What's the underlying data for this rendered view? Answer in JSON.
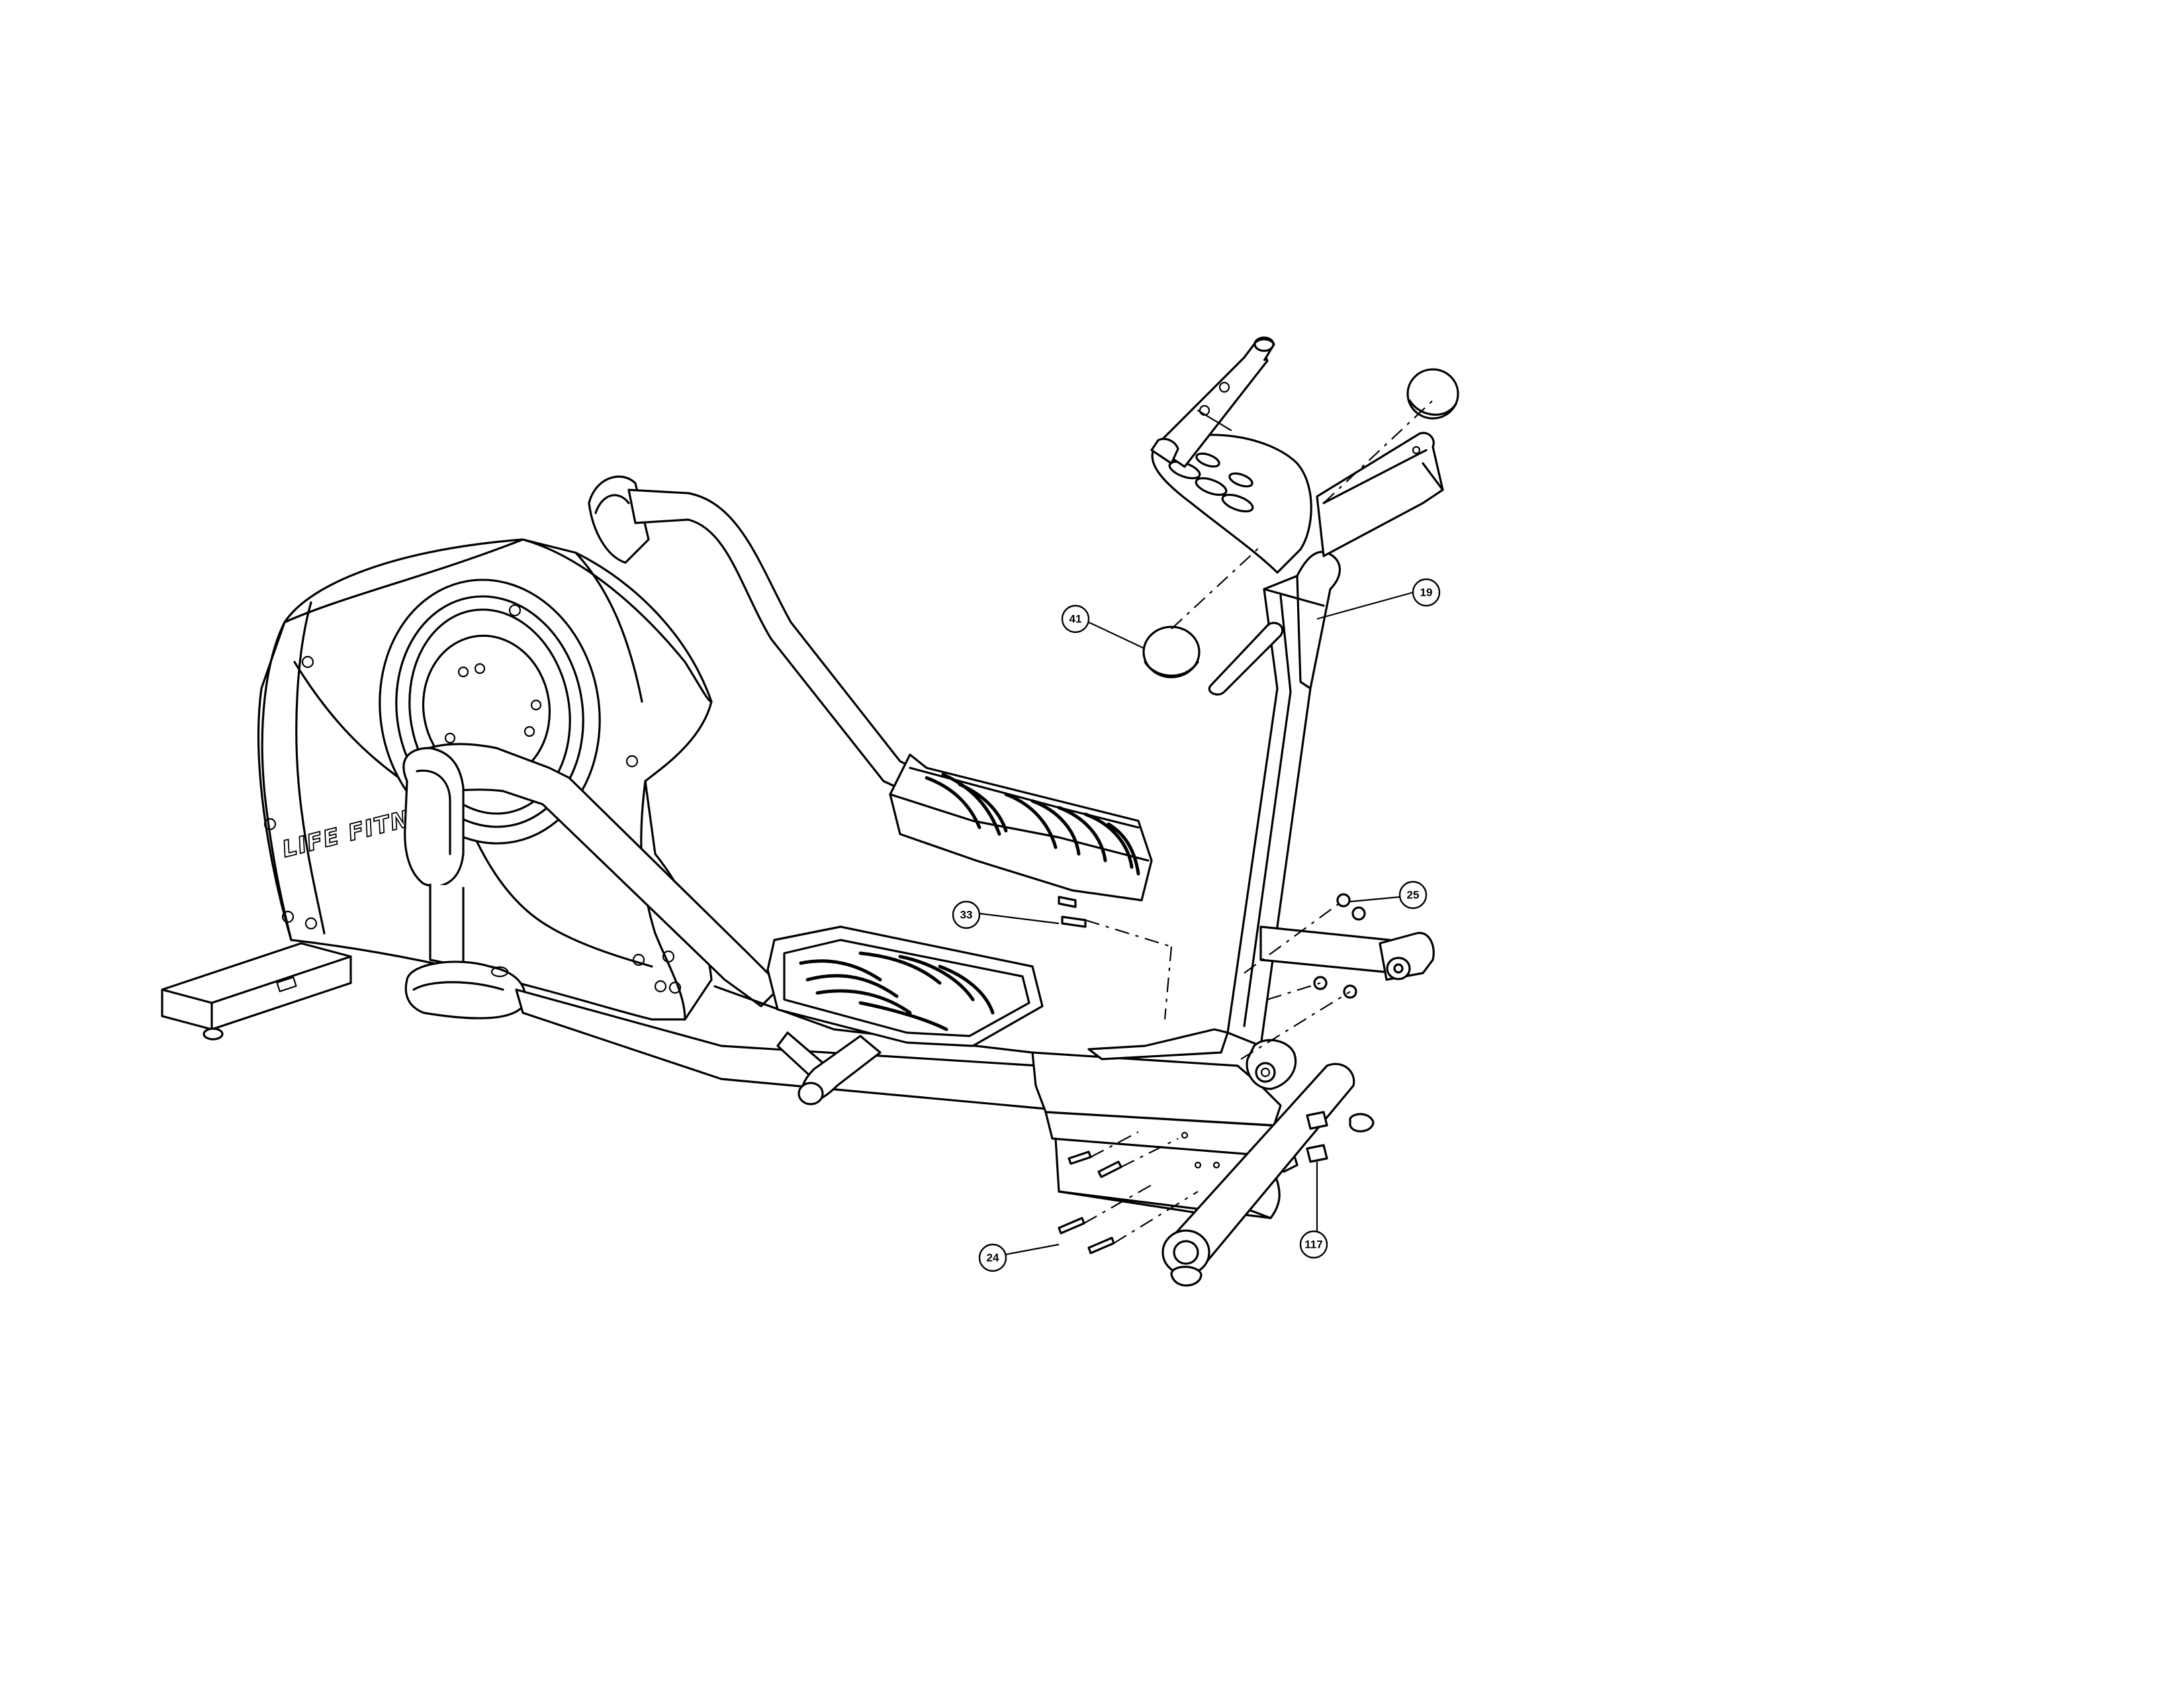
{
  "diagram": {
    "brand_logo": "LIFE FITNESS",
    "callouts": [
      {
        "id": "callout-41",
        "label": "41"
      },
      {
        "id": "callout-19",
        "label": "19"
      },
      {
        "id": "callout-33",
        "label": "33"
      },
      {
        "id": "callout-25",
        "label": "25"
      },
      {
        "id": "callout-24",
        "label": "24"
      },
      {
        "id": "callout-117",
        "label": "117"
      }
    ]
  }
}
